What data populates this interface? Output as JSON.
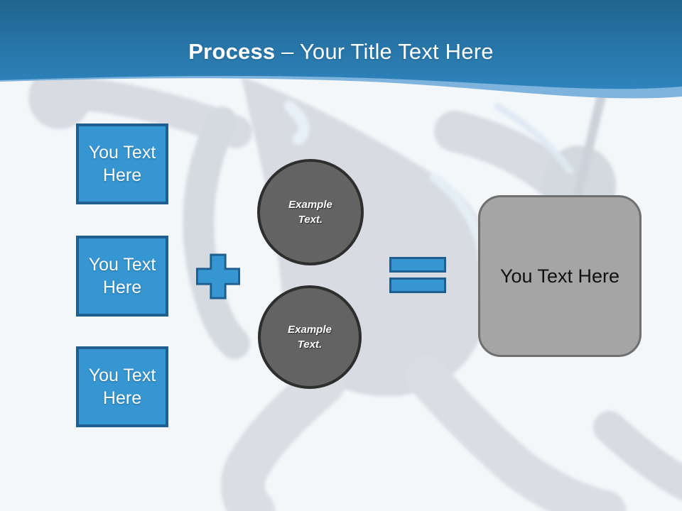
{
  "slide": {
    "header": {
      "title_emphasis": "Process",
      "title_rest": "– Your Title Text Here"
    },
    "diagram": {
      "input_boxes": [
        {
          "label": "You Text Here"
        },
        {
          "label": "You Text Here"
        },
        {
          "label": "You Text Here"
        }
      ],
      "circles": [
        {
          "label": "Example Text."
        },
        {
          "label": "Example Text."
        }
      ],
      "result_box": {
        "label": "You Text Here"
      },
      "icons": {
        "plus": "plus-icon",
        "equals": "equals-icon"
      }
    },
    "colors": {
      "header_blue_top": "#1f648f",
      "header_blue_bottom": "#2f84bd",
      "header_highlight": "#7db3dd",
      "accent_blue": "#3696d2",
      "accent_blue_border": "#1f5f8f",
      "circle_gray": "#636363",
      "circle_border": "#2e2e2e",
      "result_gray": "#a5a5a5",
      "result_border": "#6f6f6f",
      "background": "#f3f7fa",
      "silhouette_gray": "#d8dce2",
      "title_text": "#ffffff",
      "result_text": "#101010"
    }
  }
}
